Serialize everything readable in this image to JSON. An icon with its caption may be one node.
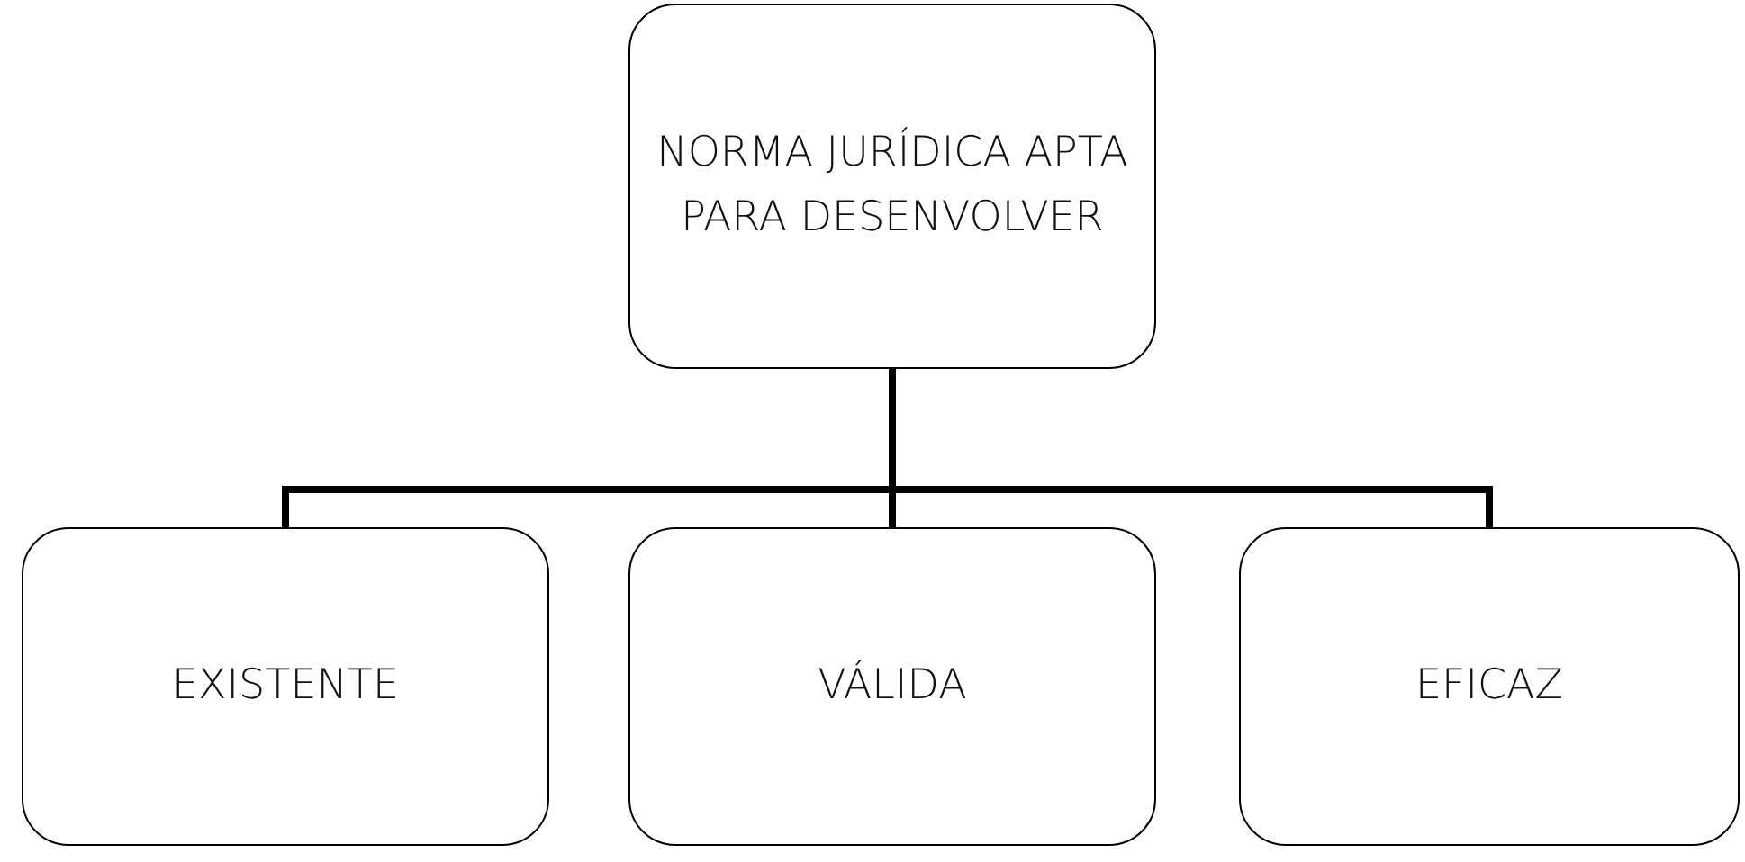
{
  "diagram": {
    "nodes": [
      {
        "text": [
          "NORMA JURÍDICA APTA PARA DESENVOLVER"
        ]
      },
      {
        "text": [
          "EXISTENTE"
        ]
      },
      {
        "text": [
          "VÁLIDA"
        ]
      },
      {
        "text": [
          "EFICAZ"
        ]
      }
    ],
    "edges": [
      {
        "from": 0,
        "to": 1,
        "arrow": "none"
      },
      {
        "from": 0,
        "to": 2,
        "arrow": "none"
      },
      {
        "from": 0,
        "to": 3,
        "arrow": "none"
      }
    ]
  }
}
